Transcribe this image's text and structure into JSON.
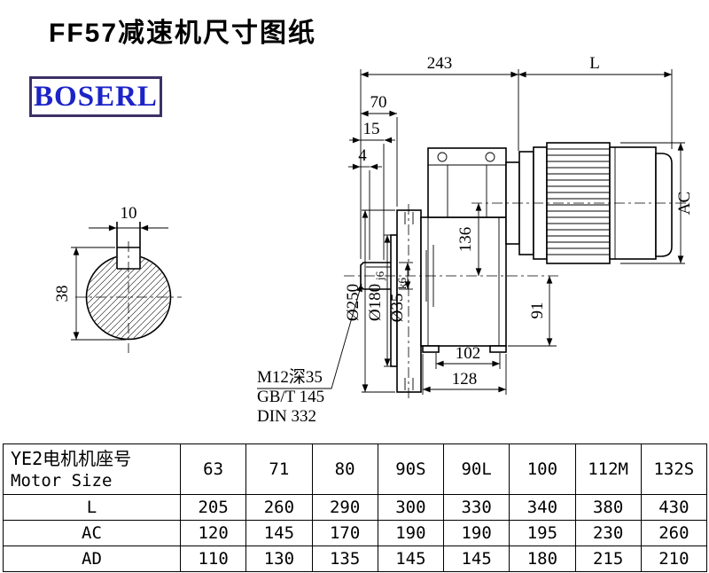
{
  "page": {
    "title": "FF57减速机尺寸图纸",
    "logo": "BOSERL"
  },
  "drawing": {
    "dim_243": "243",
    "dim_L": "L",
    "dim_70": "70",
    "dim_15": "15",
    "dim_4": "4",
    "dim_AC": "AC",
    "dim_10": "10",
    "dim_38": "38",
    "dia_250": "Ø250",
    "dia_180": "Ø180",
    "dia_180_tol": "j6",
    "dia_35": "Ø35",
    "dia_35_tol": "k6",
    "dim_136": "136",
    "dim_91": "91",
    "dim_102": "102",
    "dim_128": "128",
    "note_thread": "M12深35",
    "note_gb": "GB/T 145",
    "note_din": "DIN 332"
  },
  "table": {
    "motor_label_cn": "YE2电机机座号",
    "motor_label_en": "Motor Size",
    "sizes": [
      "63",
      "71",
      "80",
      "90S",
      "90L",
      "100",
      "112M",
      "132S"
    ],
    "rows": [
      {
        "label": "L",
        "values": [
          "205",
          "260",
          "290",
          "300",
          "330",
          "340",
          "380",
          "430"
        ]
      },
      {
        "label": "AC",
        "values": [
          "120",
          "145",
          "170",
          "190",
          "190",
          "195",
          "230",
          "260"
        ]
      },
      {
        "label": "AD",
        "values": [
          "110",
          "130",
          "135",
          "145",
          "145",
          "180",
          "215",
          "210"
        ]
      }
    ]
  }
}
